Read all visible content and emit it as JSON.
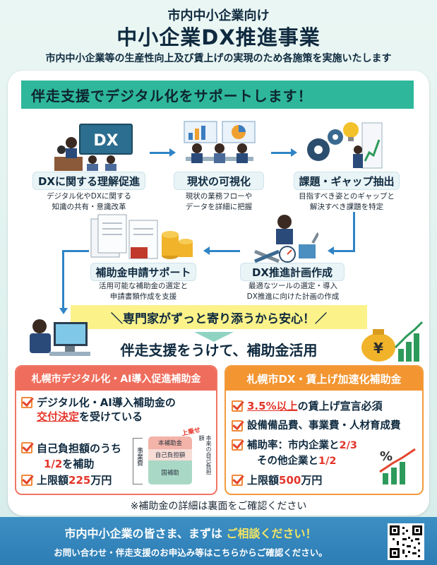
{
  "header": {
    "subtitle": "市内中小企業向け",
    "title": "中小企業DX推進事業",
    "tagline": "市内中小企業等の生産性向上及び賃上げの実現のため各施策を実施いたします"
  },
  "banner": "伴走支援でデジタル化をサポートします！",
  "steps": [
    {
      "title": "DXに関する理解促進",
      "desc1": "デジタル化やDXに関する",
      "desc2": "知識の共有・意識改革",
      "icon": "dx-classroom-icon"
    },
    {
      "title": "現状の可視化",
      "desc1": "現状の業務フローや",
      "desc2": "データを詳細に把握",
      "icon": "data-analysis-icon"
    },
    {
      "title": "課題・ギャップ抽出",
      "desc1": "目指すべき姿とのギャップと",
      "desc2": "解決すべき課題を特定",
      "icon": "gears-idea-icon"
    },
    {
      "title": "DX推進計画作成",
      "desc1": "最適なツールの選定・導入",
      "desc2": "DX推進に向けた計画の作成",
      "icon": "planning-tools-icon"
    },
    {
      "title": "補助金申請サポート",
      "desc1": "活用可能な補助金の選定と",
      "desc2": "申請書類作成を支援",
      "icon": "documents-coins-icon"
    }
  ],
  "dx_badge": "DX",
  "catchphrase": "＼専門家がずっと寄り添うから安心！／",
  "use_subsidy": "伴走支援をうけて、補助金活用",
  "yen_symbol": "¥",
  "percent_symbol": "%",
  "left_box": {
    "title": "札幌市デジタル化・AI導入促進補助金",
    "item1_a": "デジタル化・AI導入補助金の",
    "item1_b": "交付決定",
    "item1_c": "を受けている",
    "item2_a": "自己負担額のうち",
    "item2_b": "1/2",
    "item2_c": "を補助",
    "item3_a": "上限額",
    "item3_b": "225",
    "item3_c": "万円",
    "diagram": {
      "uwanose": "上乗せ",
      "jigyohi": "事業費",
      "honrai": "本来の自己負担額",
      "seg_top": "本補助金",
      "seg_mid": "自己負担額",
      "seg_bottom": "国補助"
    }
  },
  "right_box": {
    "title": "札幌市DX・賃上げ加速化補助金",
    "item1_a": "3.5%以上",
    "item1_b": "の賃上げ宣言必須",
    "item2": "設備備品費、事業費・人材育成費",
    "item3_a": "補助率：市内企業と",
    "item3_b": "2/3",
    "item3c_a": "その他企業と",
    "item3c_b": "1/2",
    "item4_a": "上限額",
    "item4_b": "500",
    "item4_c": "万円"
  },
  "note": "※補助金の詳細は裏面をご確認ください",
  "footer": {
    "line1_a": "市内中小企業の皆さま、まずは",
    "line1_b": "ご相談ください！",
    "line2": "お問い合わせ・伴走支援のお申込み等はこちらからご確認ください。"
  },
  "colors": {
    "teal": "#2eb79a",
    "accent_red": "#ef6d5c",
    "accent_orange": "#f39531",
    "footer_blue": "#2d7db5",
    "highlight_yellow": "#fbf28a"
  }
}
